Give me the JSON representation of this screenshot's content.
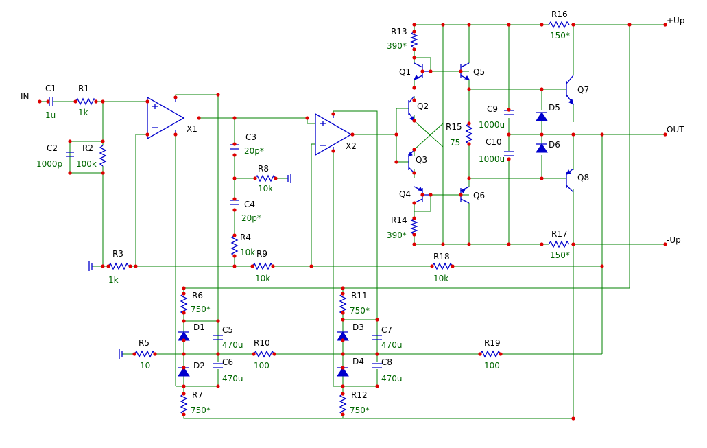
{
  "nets": {
    "input": "IN",
    "output": "OUT",
    "supply_pos": "+Up",
    "supply_neg": "-Up"
  },
  "components": {
    "C1": {
      "ref": "C1",
      "value": "1u"
    },
    "R1": {
      "ref": "R1",
      "value": "1k"
    },
    "C2": {
      "ref": "C2",
      "value": "1000p"
    },
    "R2": {
      "ref": "R2",
      "value": "100k"
    },
    "R3": {
      "ref": "R3",
      "value": "1k"
    },
    "X1": {
      "ref": "X1"
    },
    "X2": {
      "ref": "X2"
    },
    "C3": {
      "ref": "C3",
      "value": "20p*"
    },
    "R8": {
      "ref": "R8",
      "value": "10k"
    },
    "C4": {
      "ref": "C4",
      "value": "20p*"
    },
    "R4": {
      "ref": "R4",
      "value": "10k"
    },
    "R9": {
      "ref": "R9",
      "value": "10k"
    },
    "R18": {
      "ref": "R18",
      "value": "10k"
    },
    "R13": {
      "ref": "R13",
      "value": "390*"
    },
    "R14": {
      "ref": "R14",
      "value": "390*"
    },
    "R15": {
      "ref": "R15",
      "value": "75"
    },
    "R16": {
      "ref": "R16",
      "value": "150*"
    },
    "R17": {
      "ref": "R17",
      "value": "150*"
    },
    "Q1": {
      "ref": "Q1"
    },
    "Q2": {
      "ref": "Q2"
    },
    "Q3": {
      "ref": "Q3"
    },
    "Q4": {
      "ref": "Q4"
    },
    "Q5": {
      "ref": "Q5"
    },
    "Q6": {
      "ref": "Q6"
    },
    "Q7": {
      "ref": "Q7"
    },
    "Q8": {
      "ref": "Q8"
    },
    "C9": {
      "ref": "C9",
      "value": "1000u"
    },
    "C10": {
      "ref": "C10",
      "value": "1000u"
    },
    "D5": {
      "ref": "D5"
    },
    "D6": {
      "ref": "D6"
    },
    "R6": {
      "ref": "R6",
      "value": "750*"
    },
    "R7": {
      "ref": "R7",
      "value": "750*"
    },
    "D1": {
      "ref": "D1"
    },
    "D2": {
      "ref": "D2"
    },
    "C5": {
      "ref": "C5",
      "value": "470u"
    },
    "C6": {
      "ref": "C6",
      "value": "470u"
    },
    "R5": {
      "ref": "R5",
      "value": "10"
    },
    "R10": {
      "ref": "R10",
      "value": "100"
    },
    "R11": {
      "ref": "R11",
      "value": "750*"
    },
    "R12": {
      "ref": "R12",
      "value": "750*"
    },
    "D3": {
      "ref": "D3"
    },
    "D4": {
      "ref": "D4"
    },
    "C7": {
      "ref": "C7",
      "value": "470u"
    },
    "C8": {
      "ref": "C8",
      "value": "470u"
    },
    "R19": {
      "ref": "R19",
      "value": "100"
    }
  },
  "colors": {
    "wire": "#008000",
    "component": "#0000cc",
    "node": "#dd0000",
    "value_text": "#006600",
    "label_text": "#000000"
  }
}
